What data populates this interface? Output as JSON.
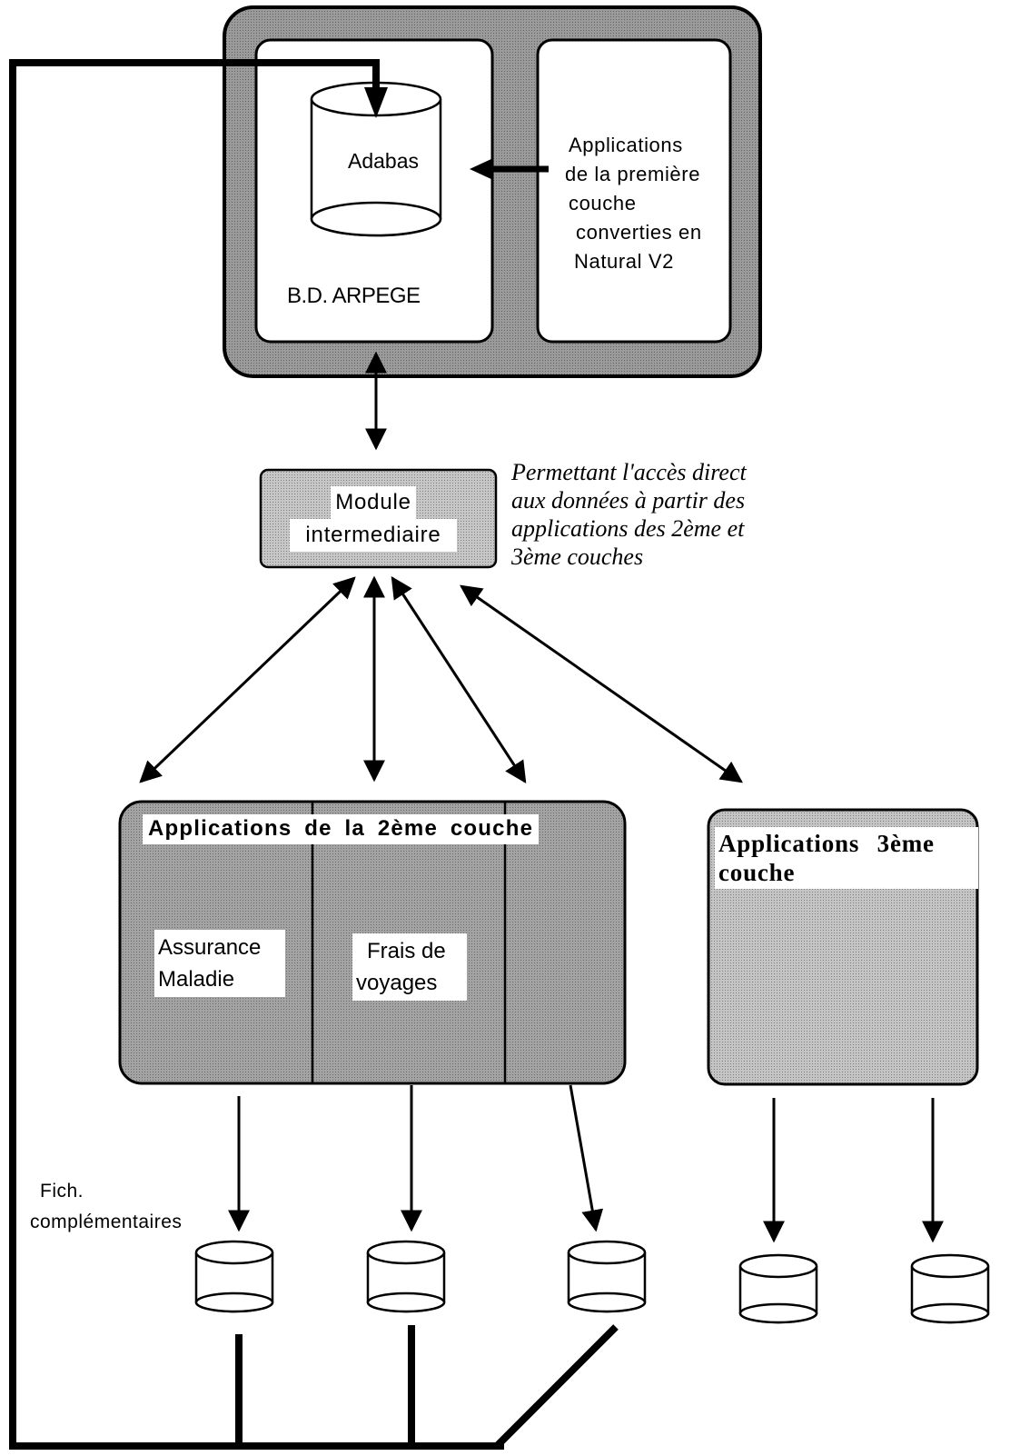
{
  "diagram": {
    "database": {
      "name": "Adabas",
      "label": "B.D. ARPEGE"
    },
    "first_layer_apps": {
      "lines": [
        "Applications",
        "de la première",
        "couche",
        "converties en",
        "Natural V2"
      ]
    },
    "intermediate_module": {
      "line1": "Module",
      "line2": "intermediaire"
    },
    "note": {
      "lines": [
        "Permettant l'accès direct",
        "aux données à partir des",
        "applications des 2ème et",
        "3ème couches"
      ]
    },
    "second_layer": {
      "title": "Applications de la 2ème couche",
      "apps": [
        {
          "line1": "Assurance",
          "line2": "Maladie"
        },
        {
          "line1": "Frais de",
          "line2": "voyages"
        }
      ]
    },
    "third_layer": {
      "line1": "Applications 3ème",
      "line2": "couche"
    },
    "extra_files": {
      "line1": "Fich.",
      "line2": "complémentaires"
    },
    "colors": {
      "line": "#000000",
      "top_frame_fill": "#8f8f8f",
      "module_fill": "#c6c6c6",
      "second_layer_fill": "#9e9e9e",
      "third_layer_fill": "#c4c4c4",
      "panel_fill": "#ffffff"
    }
  }
}
